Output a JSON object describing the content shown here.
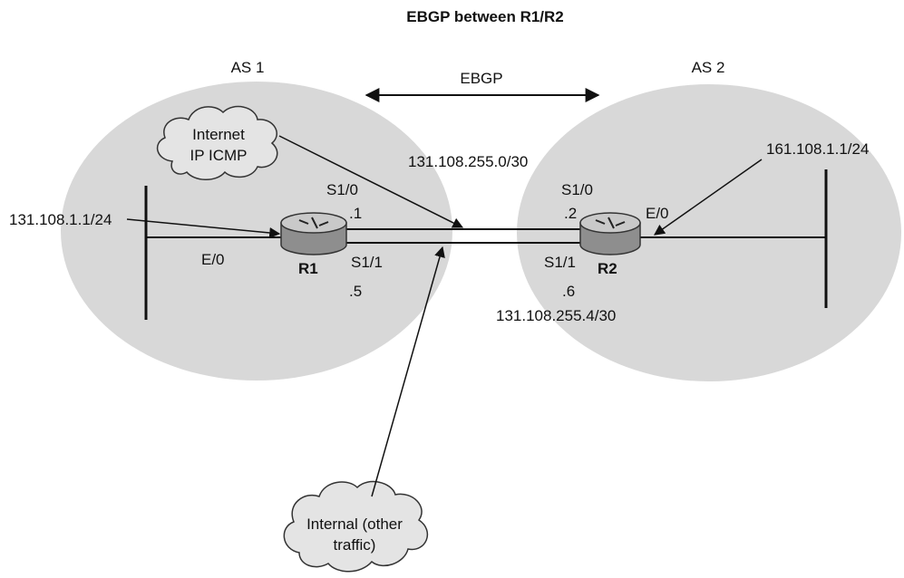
{
  "title": "EBGP between R1/R2",
  "as_left": {
    "label": "AS 1"
  },
  "as_right": {
    "label": "AS 2"
  },
  "ebgp": {
    "label": "EBGP"
  },
  "clouds": {
    "internet": {
      "line1": "Internet",
      "line2": "IP ICMP"
    },
    "internal": {
      "line1": "Internal (other",
      "line2": "traffic)"
    }
  },
  "links": {
    "upper_net": "131.108.255.0/30",
    "lower_net": "131.108.255.4/30"
  },
  "r1": {
    "name": "R1",
    "lan_address": "131.108.1.1/24",
    "eth_iface": "E/0",
    "serial0_iface": "S1/0",
    "serial0_host": ".1",
    "serial1_iface": "S1/1",
    "serial1_host": ".5"
  },
  "r2": {
    "name": "R2",
    "lan_address": "161.108.1.1/24",
    "eth_iface": "E/0",
    "serial0_iface": "S1/0",
    "serial0_host": ".2",
    "serial1_iface": "S1/1",
    "serial1_host": ".6"
  },
  "colors": {
    "as_fill": "#d8d8d8",
    "cloud_fill": "#e4e4e4",
    "router_top": "#c9c9c9",
    "router_body": "#8e8e8e",
    "line": "#111111"
  }
}
